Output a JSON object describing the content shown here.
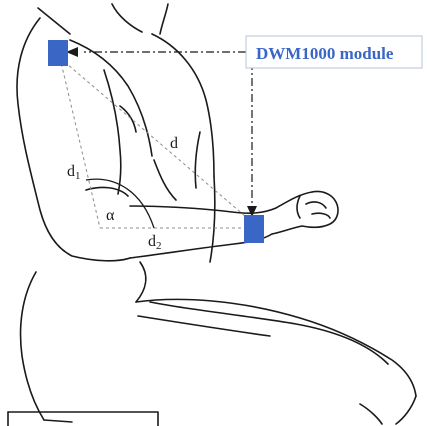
{
  "module_label": "DWM1000 module",
  "labels": {
    "d": "d",
    "d1": "d",
    "d1_sub": "1",
    "d2": "d",
    "d2_sub": "2",
    "alpha": "α"
  },
  "colors": {
    "module": "#3a66c6",
    "label_text": "#3a66c6",
    "line": "#1a1a1a",
    "dashed": "#9a9a9a",
    "background": "#ffffff"
  }
}
